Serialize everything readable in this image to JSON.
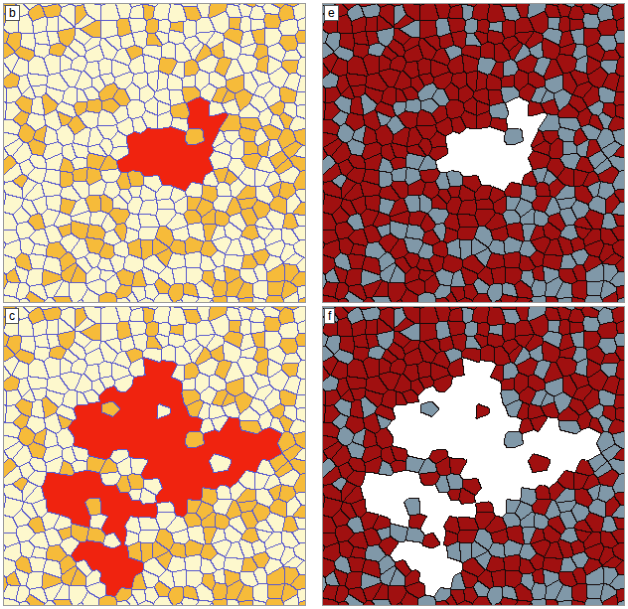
{
  "diagram": {
    "labels": [
      "b",
      "e",
      "c",
      "f"
    ]
  }
}
